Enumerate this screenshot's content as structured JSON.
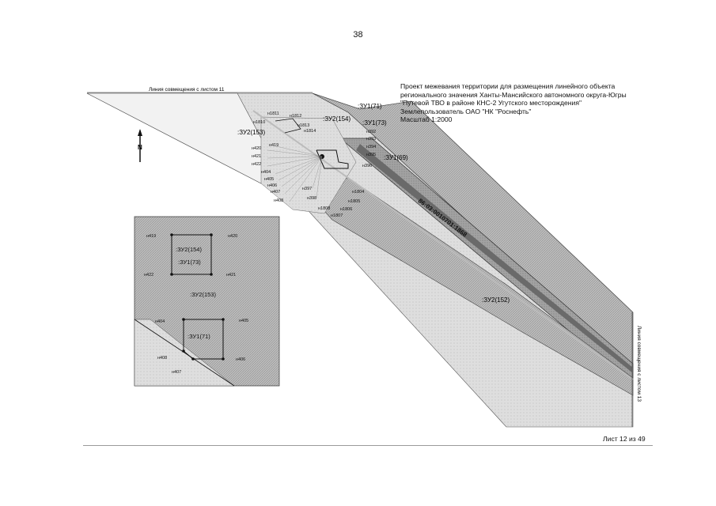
{
  "page": {
    "number": "38",
    "sheet": "Лист 12 из 49"
  },
  "title_block": {
    "lines": [
      "Проект межевания территории для размещения линейного объекта",
      "регионального значения Ханты-Мансийского автономного округа-Югры",
      "\"Путевой ТВО в районе КНС-2 Угутского месторождения\"",
      "Землепользователь ОАО \"НК \"Роснефть\"",
      "Масштаб 1:2000"
    ]
  },
  "map": {
    "match_line_top": "Линия совмещения с листом 11",
    "match_line_right": "Линия совмещения с листом 13",
    "cadastral_number": "86:03:0010701:1868",
    "north_label": "N",
    "parcels": [
      ":ЗУ1(71)",
      ":ЗУ2(154)",
      ":ЗУ1(73)",
      ":ЗУ2(153)",
      ":ЗУ1(69)",
      ":ЗУ2(152)"
    ],
    "points": [
      "н1811",
      "н1812",
      "н1810",
      "н1813",
      "н1814",
      "н392",
      "н393",
      "н394",
      "н395",
      "н396",
      "н419",
      "н420",
      "н421",
      "н422",
      "н404",
      "н405",
      "н406",
      "н407",
      "н408",
      "н397",
      "н398",
      "н1804",
      "н1805",
      "н1806",
      "н1807",
      "н1808"
    ]
  },
  "inset": {
    "points": [
      "н419",
      "н420",
      "н422",
      "н421",
      "н404",
      "н405",
      "н408",
      "н406",
      "н407"
    ],
    "parcels": [
      ":ЗУ2(154)",
      ":ЗУ1(73)",
      ":ЗУ2(153)",
      ":ЗУ1(71)"
    ]
  },
  "colors": {
    "fill_dark": "#9a9a9a",
    "fill_mid": "#c4c4c4",
    "fill_light": "#e4e4e4",
    "line": "#222222"
  }
}
